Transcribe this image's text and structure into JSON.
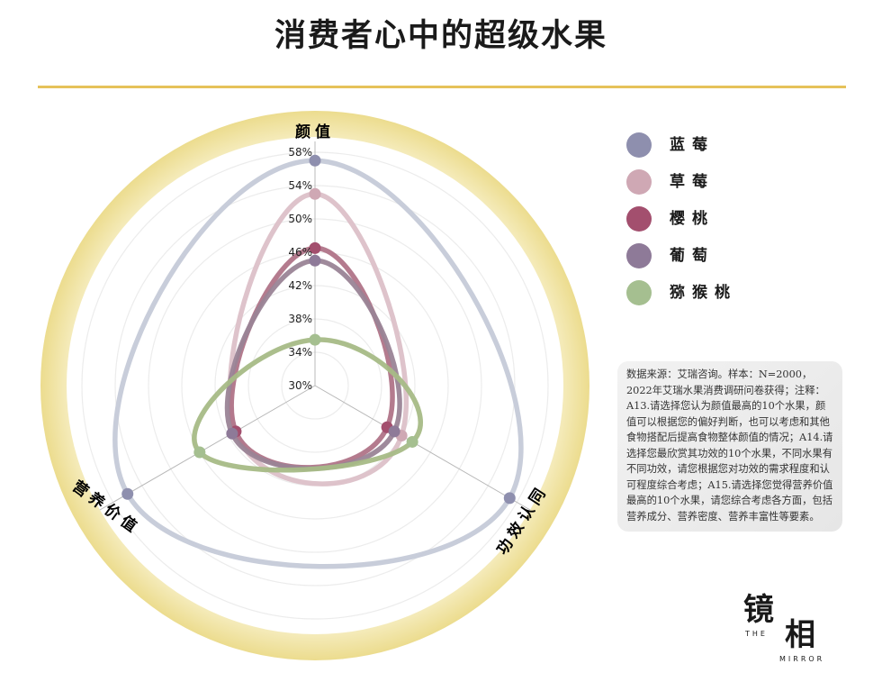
{
  "title": "消费者心中的超级水果",
  "note": "数据来源：艾瑞咨询。样本：N=2000，2022年艾瑞水果消费调研问卷获得；注释：A13.请选择您认为颜值最高的10个水果，颜值可以根据您的偏好判断，也可以考虑和其他食物搭配后提高食物整体颜值的情况；A14.请选择您最欣赏其功效的10个水果，不同水果有不同功效，请您根据您对功效的需求程度和认可程度综合考虑；A15.请选择您觉得营养价值最高的10个水果，请您综合考虑各方面，包括营养成分、营养密度、营养丰富性等要素。",
  "logo": {
    "text1": "镜",
    "text2": "相",
    "the": "THE",
    "mirror": "MIRROR"
  },
  "chart_data": {
    "type": "radar",
    "axes": [
      "颜值",
      "功效认同",
      "营养价值"
    ],
    "range": [
      30,
      58
    ],
    "ticks": [
      "30%",
      "34%",
      "38%",
      "42%",
      "46%",
      "50%",
      "54%",
      "58%"
    ],
    "tick_values": [
      30,
      34,
      38,
      42,
      46,
      50,
      54,
      58
    ],
    "grid": true,
    "legend_position": "right",
    "series": [
      {
        "name": "蓝莓",
        "color": "#8e8fae",
        "line": "#c5cad8",
        "values": [
          57,
          57,
          56
        ]
      },
      {
        "name": "草莓",
        "color": "#cfa8b4",
        "line": "#dcc0c8",
        "values": [
          53,
          42,
          41
        ]
      },
      {
        "name": "樱桃",
        "color": "#a34f6e",
        "line": "#b07488",
        "values": [
          46.5,
          40,
          41
        ]
      },
      {
        "name": "葡萄",
        "color": "#8e7a98",
        "line": "#9a8496",
        "values": [
          45,
          41,
          41.5
        ]
      },
      {
        "name": "猕猴桃",
        "color": "#a5bf90",
        "line": "#a6bb86",
        "values": [
          35.5,
          43.5,
          46
        ]
      }
    ]
  }
}
